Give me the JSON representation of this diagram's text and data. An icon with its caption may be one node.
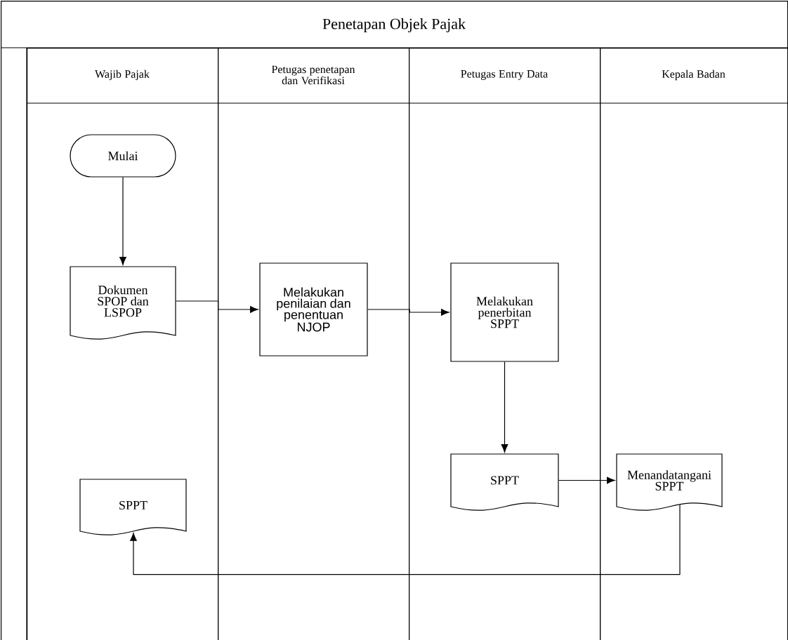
{
  "diagram": {
    "nodes": [
      {
        "text": [
          "Penetapan Objek Pajak"
        ]
      },
      {
        "text": [
          "Wajib Pajak"
        ],
        "in": 0
      },
      {
        "text": [
          "Petugas penetapan dan Verifikasi"
        ],
        "in": 0
      },
      {
        "text": [
          "Petugas Entry Data"
        ],
        "in": 0
      },
      {
        "text": [
          "Kepala Badan"
        ],
        "in": 0
      },
      {
        "text": [
          "Mulai"
        ],
        "in": 1
      },
      {
        "text": [
          "Dokumen SPOP dan LSPOP"
        ],
        "in": 1
      },
      {
        "text": [
          "Melakukan penilaian dan penentuan NJOP"
        ],
        "in": 2
      },
      {
        "text": [
          "Melakukan penerbitan SPPT"
        ],
        "in": 3
      },
      {
        "text": [
          "SPPT"
        ],
        "in": 3
      },
      {
        "text": [
          "Menandatangani SPPT"
        ],
        "in": 4
      },
      {
        "text": [
          "SPPT"
        ],
        "in": 1
      }
    ],
    "edges": [
      {
        "from": 5,
        "to": 6,
        "arrow": "to"
      },
      {
        "from": 6,
        "to": 7,
        "arrow": "to"
      },
      {
        "from": 7,
        "to": 8,
        "arrow": "to"
      },
      {
        "from": 8,
        "to": 9,
        "arrow": "to"
      },
      {
        "from": 9,
        "to": 10,
        "arrow": "to"
      },
      {
        "from": 10,
        "to": 11,
        "arrow": "to"
      }
    ]
  }
}
